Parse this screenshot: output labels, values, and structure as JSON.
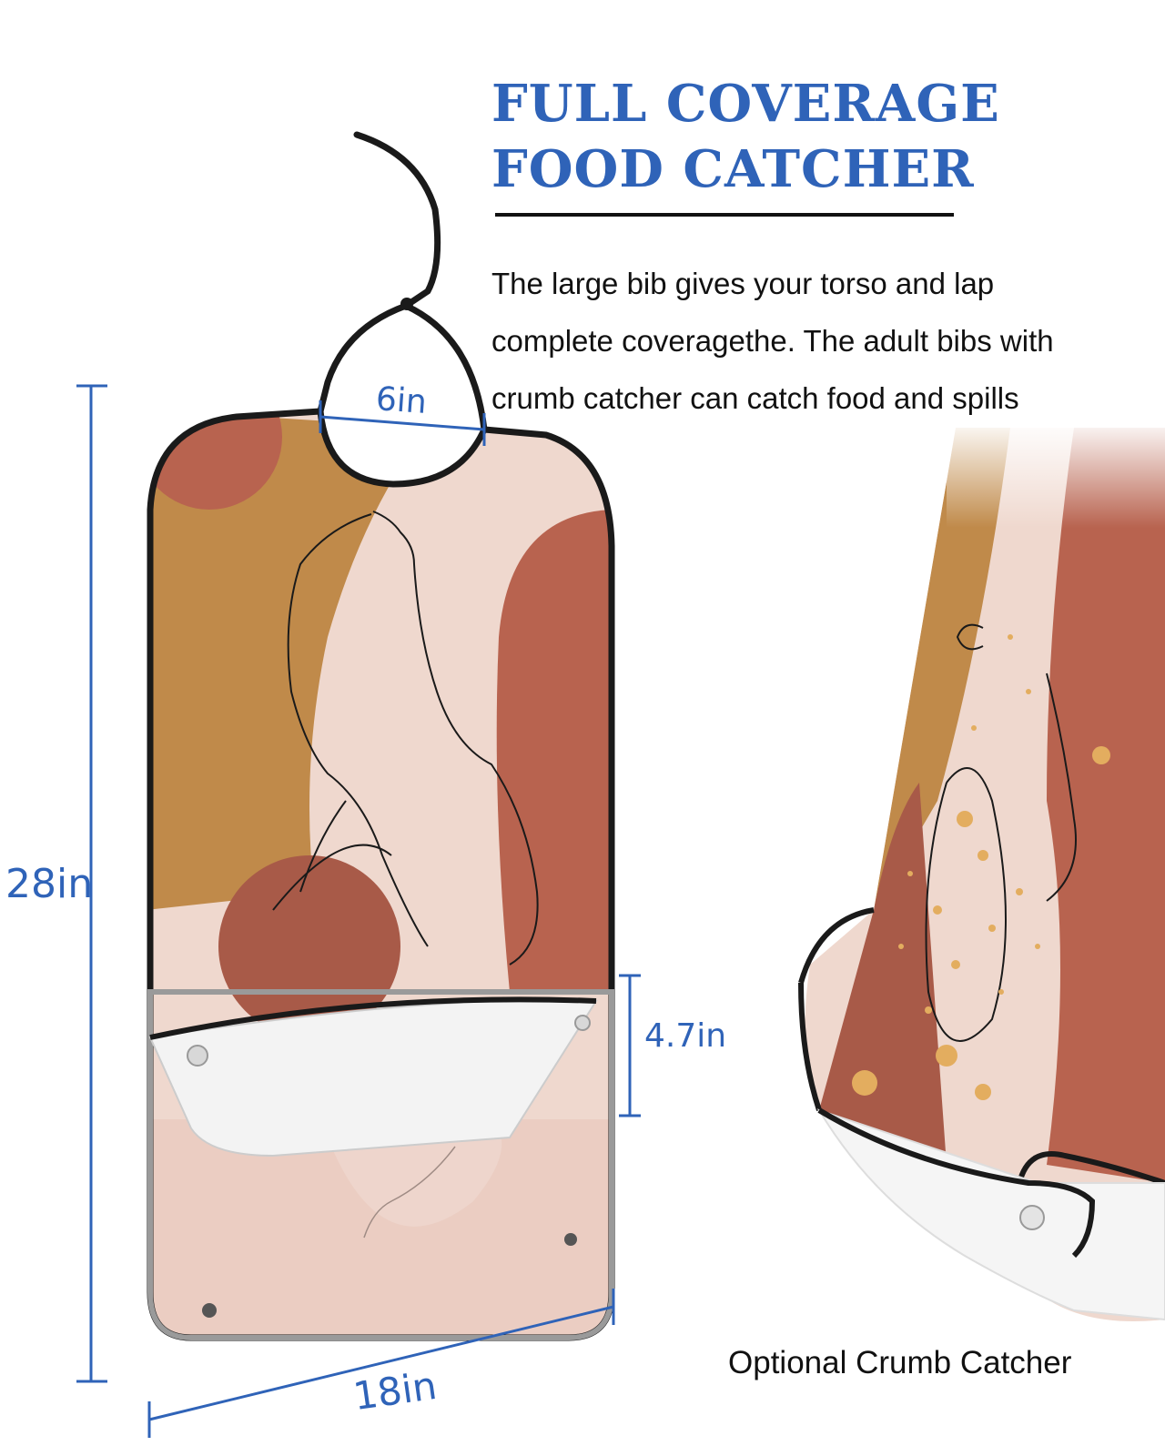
{
  "headline": {
    "line1": "FULL COVERAGE",
    "line2": "FOOD CATCHER"
  },
  "description": {
    "line1": "The large bib gives your torso and lap",
    "line2": "complete coveragethe. The adult bibs with",
    "line3": "crumb catcher can catch food and spills"
  },
  "dimensions": {
    "height": "28in",
    "neck": "6in",
    "pocket": "4.7in",
    "width": "18in"
  },
  "caption": "Optional Crumb Catcher",
  "colors": {
    "accent": "#2f63b8",
    "text": "#111111",
    "mustard": "#c08a4a",
    "terracotta": "#b8634f",
    "blush": "#e9cbbf",
    "pale_pink": "#f3e1d8",
    "trim": "#1a1a1a",
    "pocket_white": "#f3f3f3"
  }
}
